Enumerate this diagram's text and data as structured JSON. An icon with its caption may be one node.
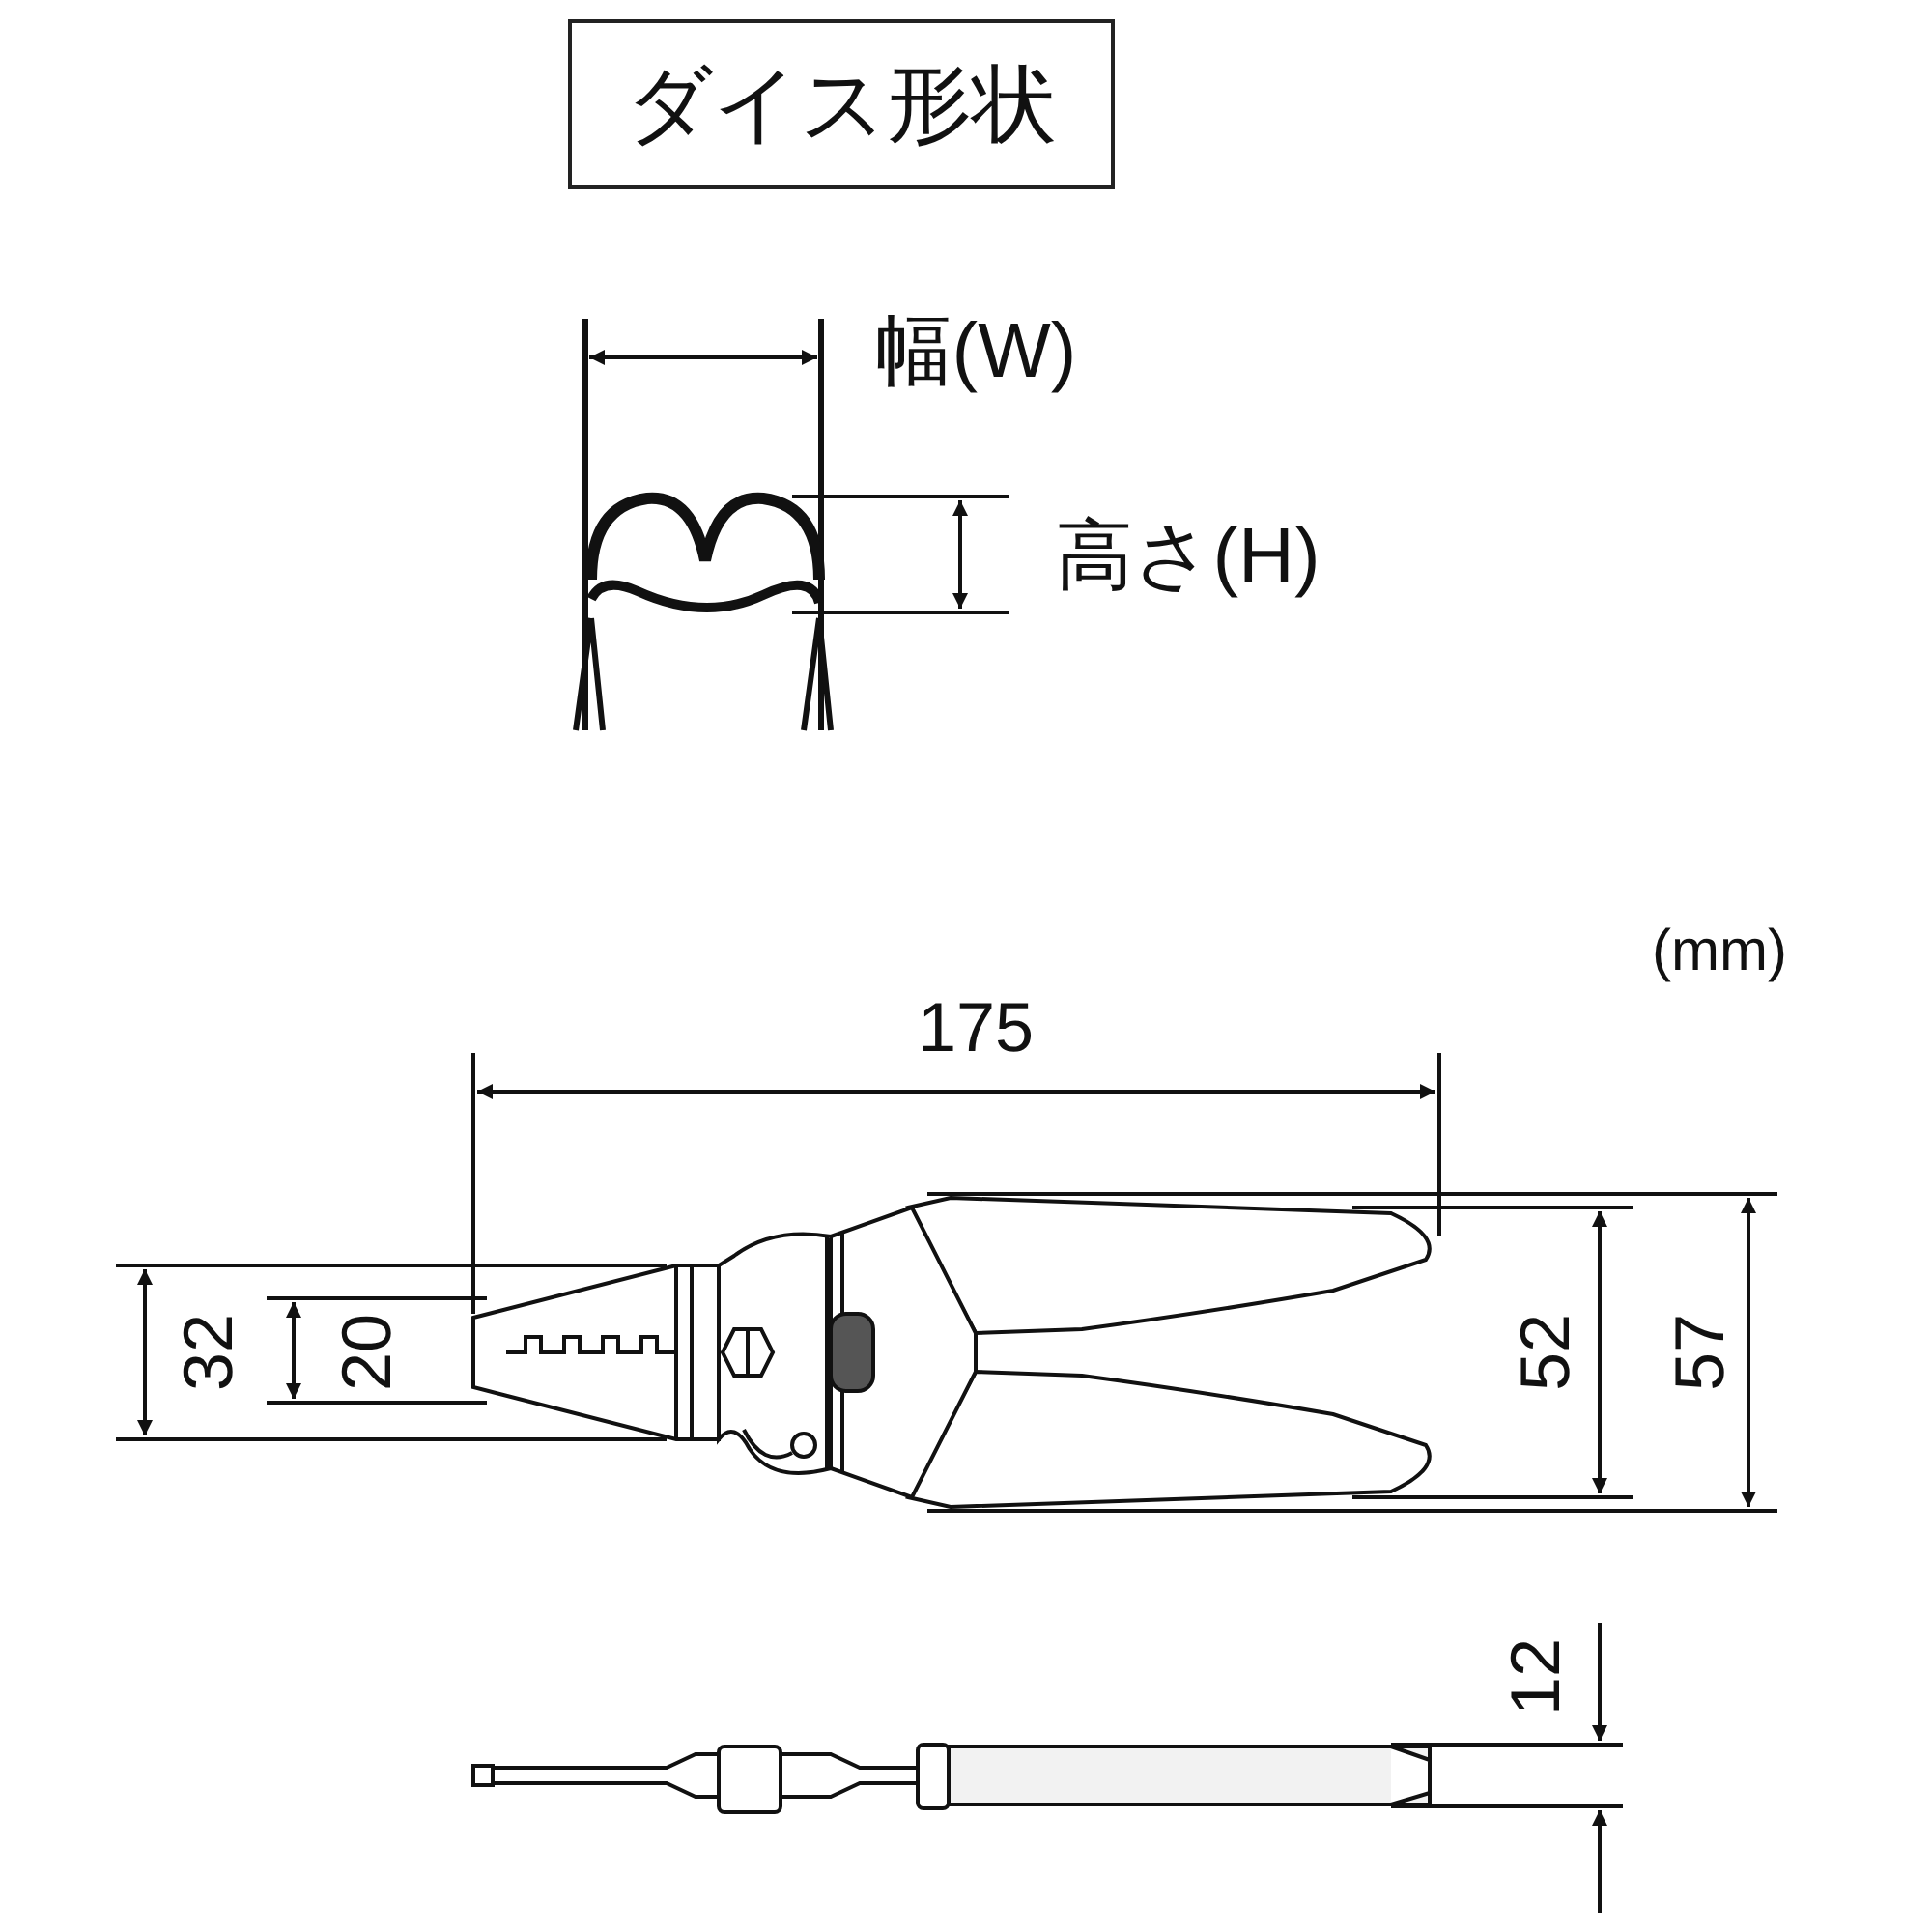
{
  "diagram": {
    "title": "ダイス形状",
    "labels": [
      "幅(W)",
      "高さ(H)",
      "(mm)",
      "175",
      "32",
      "20",
      "52",
      "57",
      "12"
    ]
  }
}
